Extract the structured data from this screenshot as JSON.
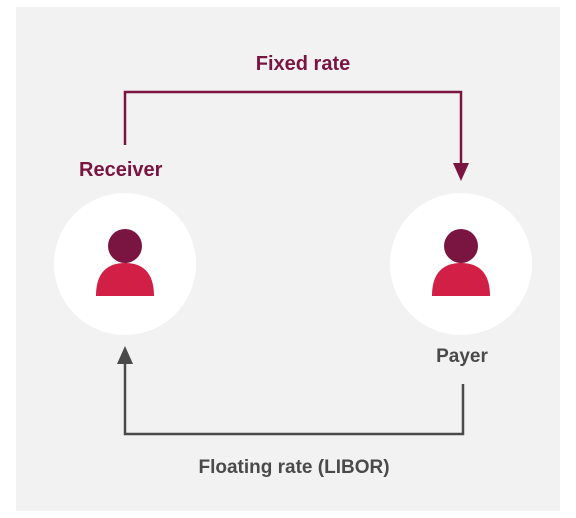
{
  "colors": {
    "background": "#f2f2f2",
    "circle": "#ffffff",
    "accent": "#7a1440",
    "person_head": "#7a1440",
    "person_body": "#d21f45",
    "arrow_top": "#7a1440",
    "arrow_bottom": "#4a4a4a",
    "text_dark": "#4a4a4a"
  },
  "labels": {
    "fixed_rate": "Fixed rate",
    "receiver": "Receiver",
    "payer": "Payer",
    "floating_rate": "Floating rate (LIBOR)"
  },
  "icons": {
    "receiver": "person-icon",
    "payer": "person-icon"
  }
}
